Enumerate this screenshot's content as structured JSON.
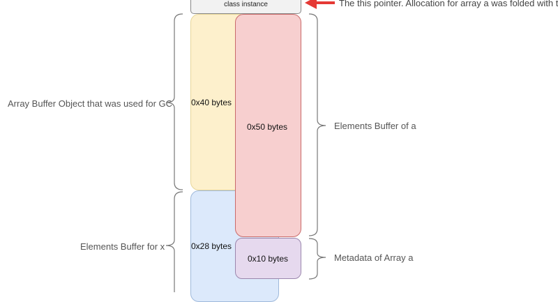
{
  "diagram": {
    "class_instance": {
      "label": "class instance",
      "fill": "#f2f2f2",
      "stroke": "#888888"
    },
    "pointer_note": "The this pointer. Allocation for array a was folded with this",
    "arrow_color": "#e53935",
    "blocks": {
      "gc_buffer": {
        "label": "0x40 bytes",
        "fill": "#fdf0cc",
        "stroke": "#e8d79a"
      },
      "elements_a": {
        "label": "0x50 bytes",
        "fill": "#f7cfcf",
        "stroke": "#c96a6a"
      },
      "elements_x": {
        "label": "0x28 bytes",
        "fill": "#dce9fb",
        "stroke": "#9fb9db"
      },
      "metadata_a": {
        "label": "0x10 bytes",
        "fill": "#e6d9ee",
        "stroke": "#9b87ad"
      }
    },
    "annotations": {
      "gc_buffer": "Array Buffer Object that was used for GC",
      "elements_x": "Elements Buffer for x",
      "elements_a": "Elements Buffer of  a",
      "metadata_a": "Metadata of Array a"
    },
    "brace_color": "#777777"
  }
}
